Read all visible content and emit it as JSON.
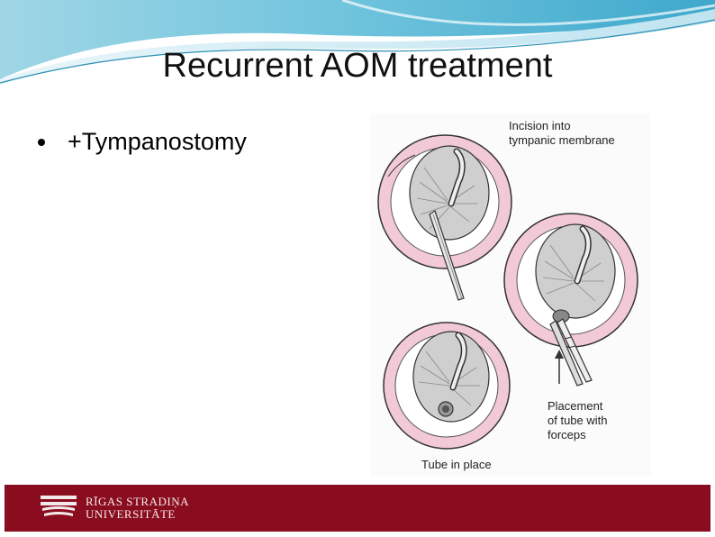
{
  "slide": {
    "title": "Recurrent AOM treatment",
    "bullets": [
      "+Tympanostomy"
    ]
  },
  "figure": {
    "labels": {
      "incision": "Incision into\ntympanic membrane",
      "placement": "Placement\nof tube with\nforceps",
      "tube_in_place": "Tube in place"
    }
  },
  "footer": {
    "institution_line1": "RĪGAS STRADIŅA",
    "institution_line2": "UNIVERSITĀTE"
  },
  "colors": {
    "title_swoosh": "#6ec3dc",
    "footer_bg": "#8a0d1f",
    "ear_canal_pink": "#f2c9d6",
    "membrane_gray": "#c9c9c9"
  }
}
